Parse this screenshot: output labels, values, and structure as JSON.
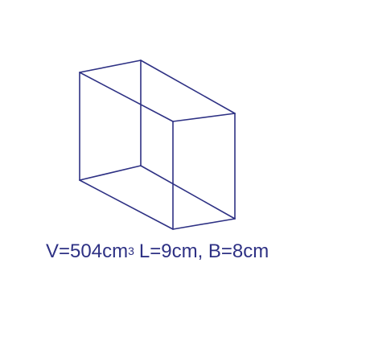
{
  "diagram": {
    "stroke_color": "#2e3184",
    "shape": "rectangular-prism-wireframe",
    "caption": {
      "volume_text": "V=504cm",
      "volume_exponent": "3",
      "dimensions_text": "L=9cm, B=8cm"
    }
  }
}
